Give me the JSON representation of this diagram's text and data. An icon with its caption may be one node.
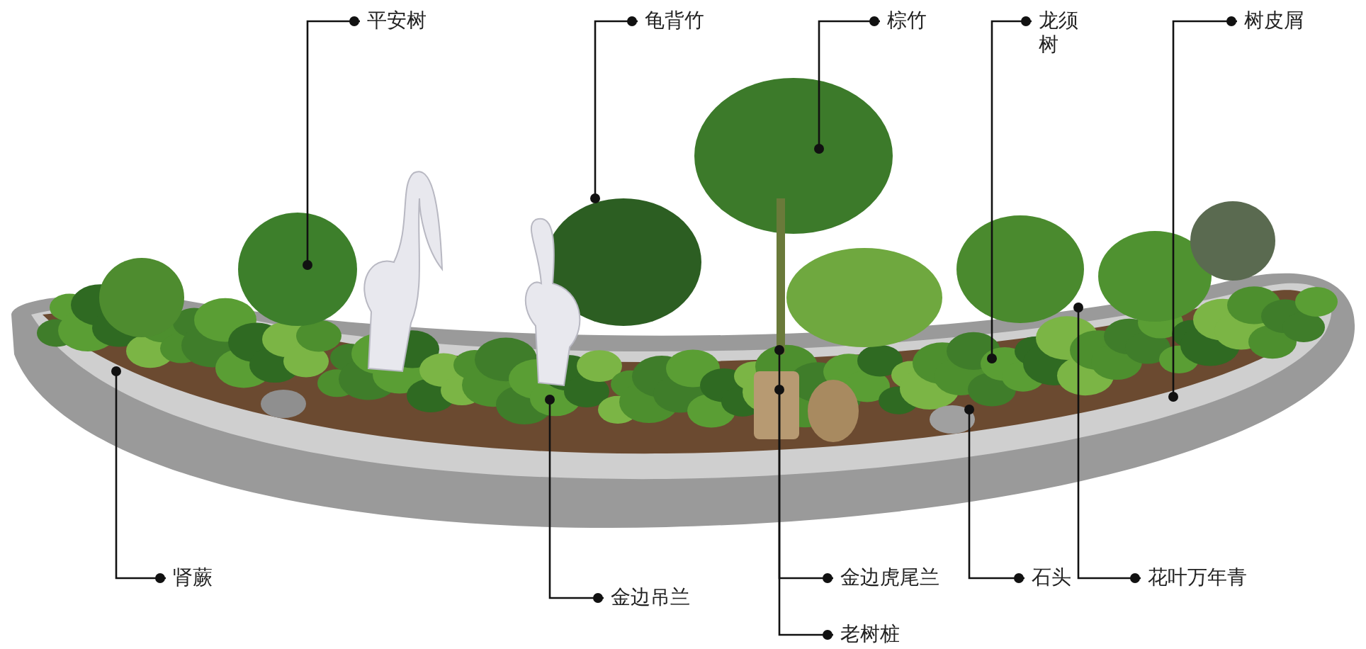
{
  "diagram": {
    "nodes": [
      {
        "text": [
          "平安树"
        ]
      },
      {
        "text": [
          "龟背竹"
        ]
      },
      {
        "text": [
          "棕竹"
        ]
      },
      {
        "text": [
          "龙须树"
        ]
      },
      {
        "text": [
          "树皮屑"
        ]
      },
      {
        "text": [
          "肾蕨"
        ]
      },
      {
        "text": [
          "金边吊兰"
        ]
      },
      {
        "text": [
          "金边虎尾兰"
        ]
      },
      {
        "text": [
          "老树桩"
        ]
      },
      {
        "text": [
          "石头"
        ]
      },
      {
        "text": [
          "花叶万年青"
        ]
      }
    ],
    "edges": [
      {
        "from": 0,
        "to": null,
        "arrow": "other"
      },
      {
        "from": 1,
        "to": null,
        "arrow": "other"
      },
      {
        "from": 2,
        "to": null,
        "arrow": "other"
      },
      {
        "from": 3,
        "to": null,
        "arrow": "other"
      },
      {
        "from": 4,
        "to": null,
        "arrow": "other"
      },
      {
        "from": 5,
        "to": null,
        "arrow": "other"
      },
      {
        "from": 6,
        "to": null,
        "arrow": "other"
      },
      {
        "from": 7,
        "to": null,
        "arrow": "other"
      },
      {
        "from": 8,
        "to": null,
        "arrow": "other"
      },
      {
        "from": 9,
        "to": null,
        "arrow": "other"
      },
      {
        "from": 10,
        "to": null,
        "arrow": "other"
      }
    ]
  }
}
